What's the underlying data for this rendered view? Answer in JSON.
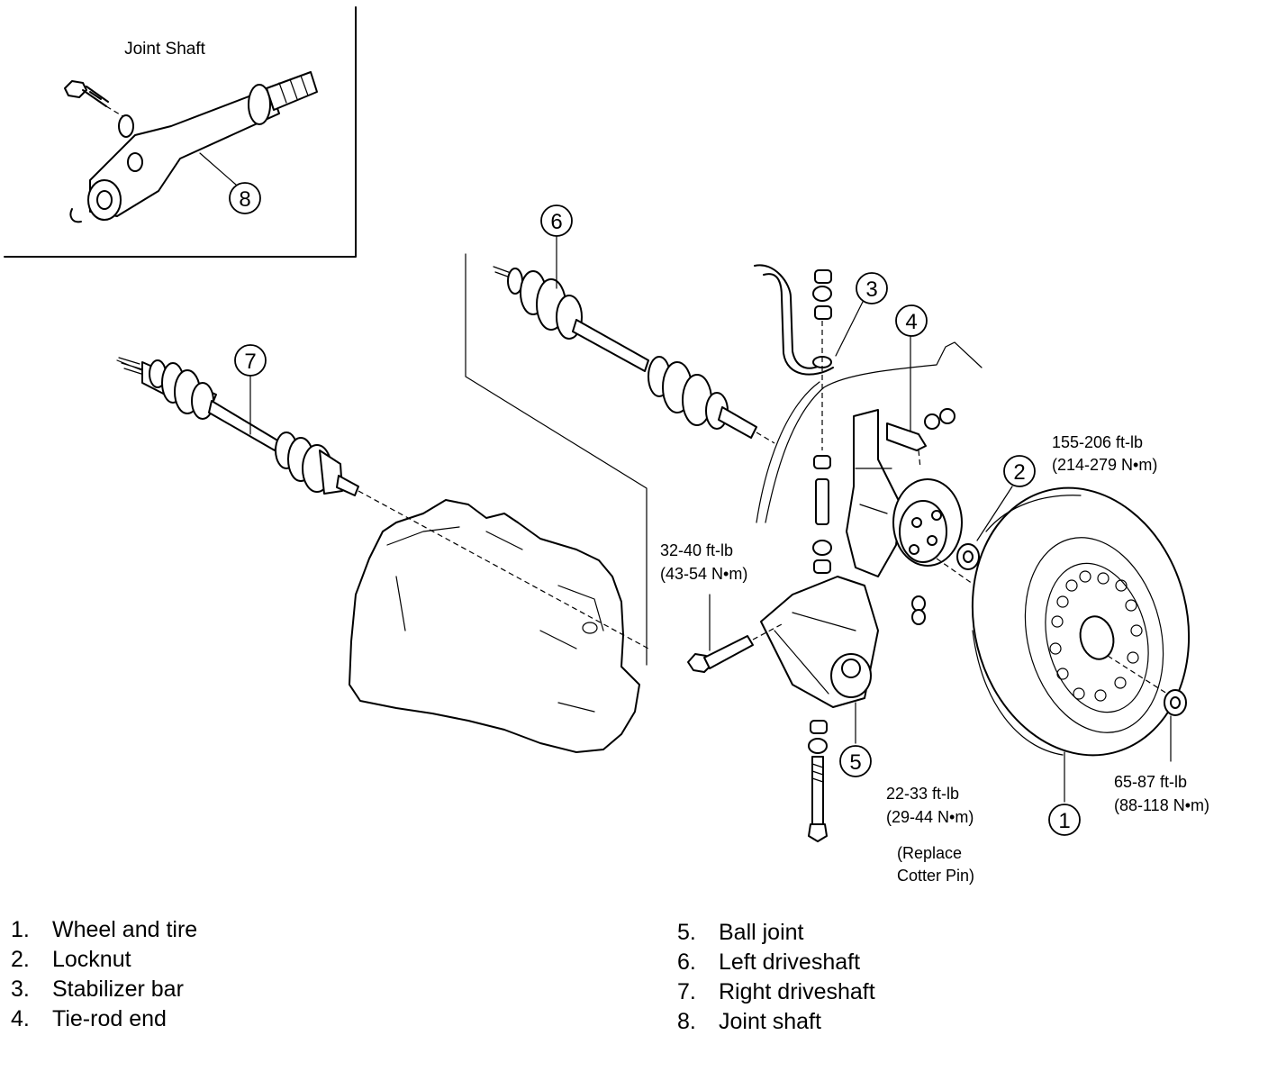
{
  "inset": {
    "title": "Joint  Shaft"
  },
  "callouts": {
    "c1": "1",
    "c2": "2",
    "c3": "3",
    "c4": "4",
    "c5": "5",
    "c6": "6",
    "c7": "7",
    "c8": "8"
  },
  "torque_specs": {
    "locknut": {
      "line1": "155-206 ft-lb",
      "line2": "(214-279 N•m)"
    },
    "lower_arm_bolt": {
      "line1": "32-40 ft-lb",
      "line2": "(43-54 N•m)"
    },
    "ball_joint": {
      "line1": "22-33 ft-lb",
      "line2": "(29-44 N•m)",
      "note1": "(Replace",
      "note2": "Cotter Pin)"
    },
    "wheel_nut": {
      "line1": "65-87 ft-lb",
      "line2": "(88-118 N•m)"
    }
  },
  "legend": {
    "left": [
      {
        "num": "1.",
        "label": "Wheel and tire"
      },
      {
        "num": "2.",
        "label": "Locknut"
      },
      {
        "num": "3.",
        "label": "Stabilizer bar"
      },
      {
        "num": "4.",
        "label": "Tie-rod end"
      }
    ],
    "right": [
      {
        "num": "5.",
        "label": "Ball joint"
      },
      {
        "num": "6.",
        "label": "Left driveshaft"
      },
      {
        "num": "7.",
        "label": "Right driveshaft"
      },
      {
        "num": "8.",
        "label": "Joint shaft"
      }
    ]
  }
}
